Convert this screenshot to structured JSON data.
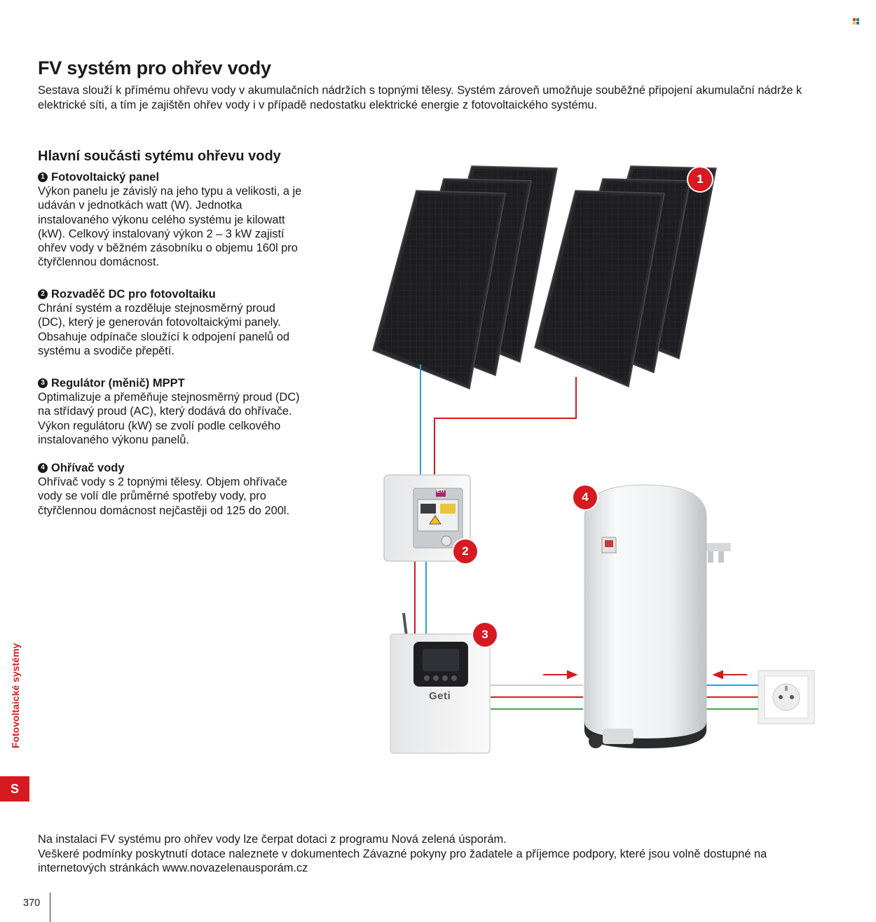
{
  "heading": "FV systém pro ohřev vody",
  "intro": "Sestava slouží k přímému ohřevu vody v akumulačních nádržích s topnými tělesy. Systém zároveň umožňuje souběžné připojení akumulační nádrže k elektrické síti, a tím je zajištěn ohřev vody i v případě nedostatku elektrické energie z fotovoltaického systému.",
  "subheading": "Hlavní součásti sytému ohřevu vody",
  "components": [
    {
      "number": "1",
      "title": "Fotovoltaický panel",
      "text": "Výkon panelu je závislý na jeho typu a velikosti, a je udáván v jednotkách watt (W). Jednotka instalovaného výkonu celého systému je kilowatt (kW). Celkový instalovaný výkon 2 – 3 kW zajistí ohřev vody v běžném zásobníku o objemu 160l pro čtyřčlennou domácnost."
    },
    {
      "number": "2",
      "title": "Rozvaděč DC pro fotovoltaiku",
      "text": "Chrání systém a rozděluje stejnosměrný proud (DC), který je generován fotovoltaickými panely. Obsahuje odpínače sloužící k odpojení panelů od systému a svodiče přepětí."
    },
    {
      "number": "3",
      "title": "Regulátor (měnič) MPPT",
      "text": "Optimalizuje a přeměňuje stejnosměrný proud (DC) na střídavý proud (AC), který dodává do ohřívače. Výkon regulátoru (kW) se zvolí podle celkového instalovaného výkonu panelů."
    },
    {
      "number": "4",
      "title": "Ohřívač vody",
      "text": "Ohřívač vody s 2 topnými tělesy. Objem ohřívače vody se volí dle průměrné spotřeby vody, pro čtyřčlennou domácnost nejčastěji od 125 do 200l."
    }
  ],
  "diagram": {
    "badges": [
      "1",
      "2",
      "3",
      "4"
    ],
    "controller_brand": "Geti",
    "distributor_brand": "ETI"
  },
  "side_tab": {
    "label": "Fotovoltaické systémy",
    "letter": "S"
  },
  "footer": {
    "line1": "Na instalaci FV systému pro ohřev vody lze čerpat dotaci z programu Nová zelená úsporám.",
    "line2": "Veškeré podmínky poskytnutí dotace naleznete v dokumentech Závazné pokyny pro žadatele a příjemce podpory, které jsou volně dostupné na internetových stránkách www.novazelenausporám.cz"
  },
  "page_number": "370",
  "colors": {
    "accent_red": "#d71a21",
    "wire_blue": "#2a9fd8",
    "wire_red": "#d71a21",
    "wire_green": "#3aa84a",
    "panel_dark": "#1c1c1e"
  }
}
